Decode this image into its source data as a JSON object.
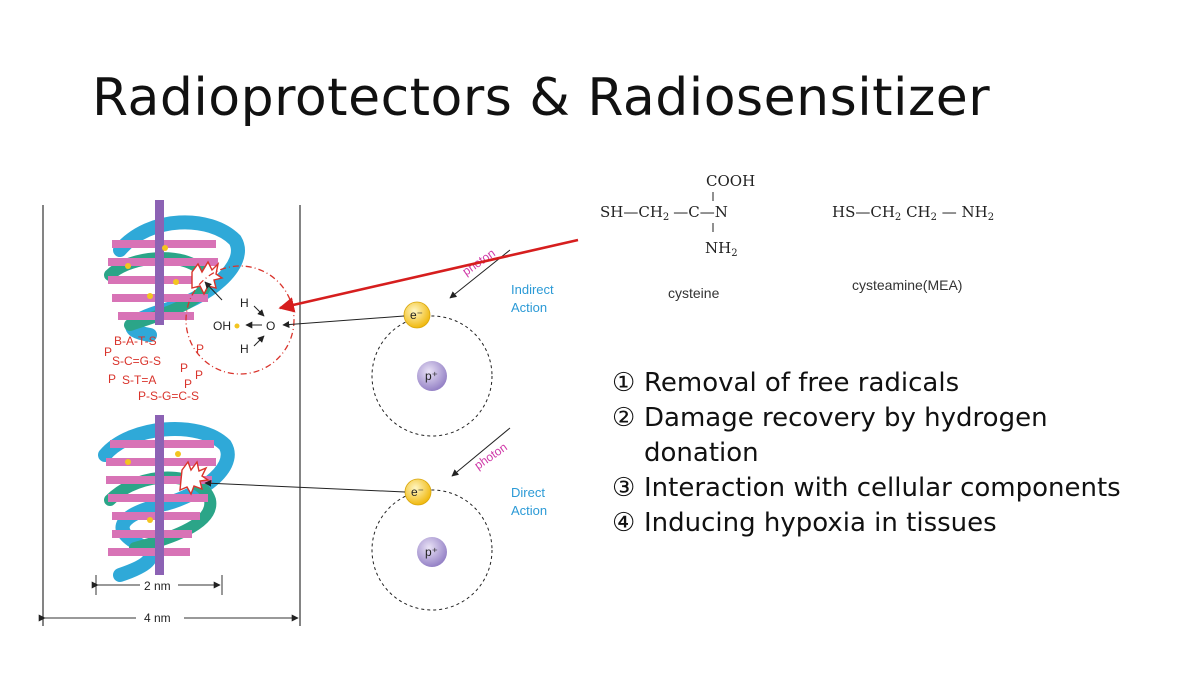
{
  "slide": {
    "title": "Radioprotectors & Radiosensitizer"
  },
  "chemistry": {
    "cysteine": {
      "line_sh": "SH—CH",
      "sub2_a": "2",
      "dash_c": "—C—N",
      "cooh": "COOH",
      "nh": "NH",
      "sub2_b": "2",
      "caption": "cysteine"
    },
    "cysteamine": {
      "formula_a": "HS—CH",
      "sub2_a": "2",
      "formula_b": " CH",
      "sub2_b": "2",
      "formula_c": " — NH",
      "sub2_c": "2",
      "caption": "cysteamine(MEA)"
    }
  },
  "diagram": {
    "photon_top": "photon",
    "photon_bottom": "photon",
    "indirect_line1": "Indirect",
    "indirect_line2": "Action",
    "direct_line1": "Direct",
    "direct_line2": "Action",
    "electron": "e⁻",
    "proton": "p⁺",
    "oh_label": "OH",
    "o_label": "O",
    "h_top": "H",
    "h_bottom": "H",
    "base_row1": "B-A-T-S",
    "base_row2": "S-C=G-S",
    "base_row3": "S-T=A",
    "base_row4": "P-S-G=C-S",
    "p_label": "P",
    "width_inner": "2 nm",
    "width_outer": "4 nm"
  },
  "list": {
    "items": [
      {
        "num": "①",
        "text": "Removal of free radicals"
      },
      {
        "num": "②",
        "text": "Damage recovery by hydrogen donation"
      },
      {
        "num": "③",
        "text": "Interaction with cellular components"
      },
      {
        "num": "④",
        "text": "Inducing hypoxia in tissues"
      }
    ]
  },
  "colors": {
    "helix_blue": "#2fa9d8",
    "helix_teal": "#2ba588",
    "rung_pink": "#d873b6",
    "backbone_purple": "#8c62b4",
    "arrow_red": "#d61e1e",
    "electron_yellow": "#f3c520",
    "proton_purple": "#a690cf"
  }
}
